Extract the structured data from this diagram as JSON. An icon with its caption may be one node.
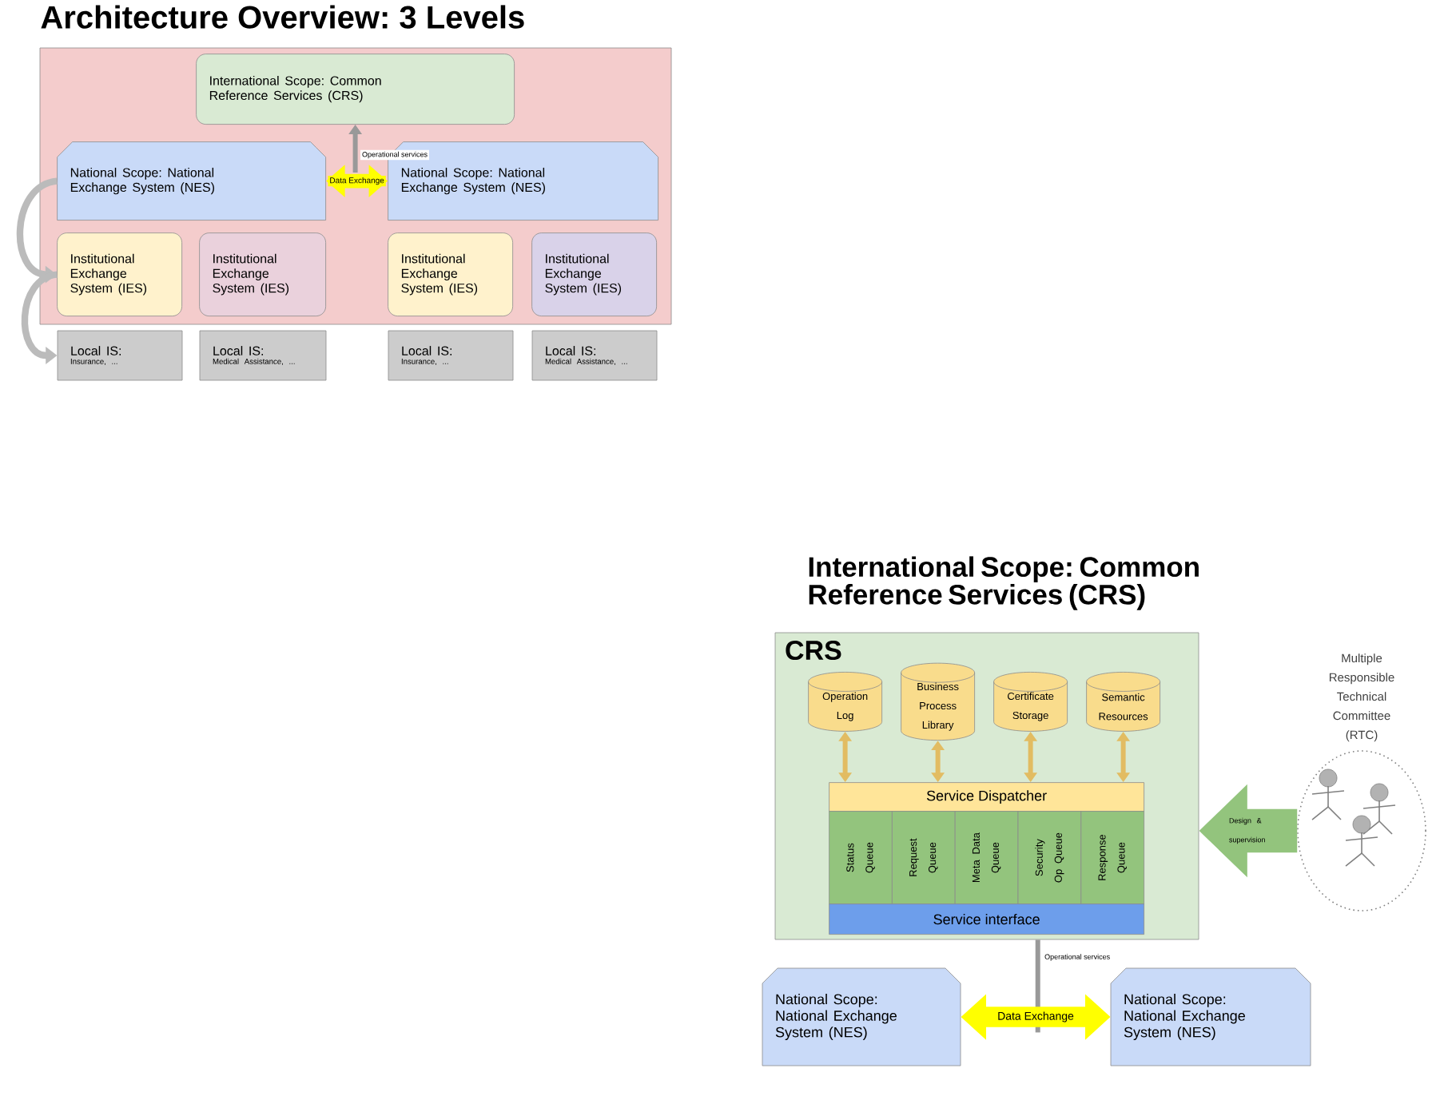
{
  "diagram": {
    "title": "Architecture Overview: 3 Levels",
    "nodes": [
      {
        "text": [],
        "shape": "box"
      },
      {
        "text": [
          "International Scope: Common Reference Services (CRS)"
        ],
        "in": 0
      },
      {
        "text": [
          "National Scope: National Exchange System (NES)"
        ],
        "in": 0
      },
      {
        "text": [
          "National Scope: National Exchange System (NES)"
        ],
        "in": 0
      },
      {
        "text": [
          "Institutional Exchange System (IES)"
        ],
        "in": 0
      },
      {
        "text": [
          "Institutional Exchange System (IES)"
        ],
        "in": 0
      },
      {
        "text": [
          "Institutional Exchange System (IES)"
        ],
        "in": 0
      },
      {
        "text": [
          "Institutional Exchange System (IES)"
        ],
        "in": 0
      },
      {
        "text": [
          "Local IS:",
          "Insurance, ..."
        ]
      },
      {
        "text": [
          "Local IS:",
          "Medical Assistance, ..."
        ]
      },
      {
        "text": [
          "Local IS:",
          "Insurance, ..."
        ]
      },
      {
        "text": [
          "Local IS:",
          "Medical Assistance, ..."
        ]
      },
      {
        "text": [
          "CRS"
        ]
      },
      {
        "text": [
          "Operation Log"
        ],
        "in": 12
      },
      {
        "text": [
          "Business Process Library"
        ],
        "in": 12
      },
      {
        "text": [
          "Certificate Storage"
        ],
        "in": 12
      },
      {
        "text": [
          "Semantic Resources"
        ],
        "in": 12
      },
      {
        "text": [
          "Service Dispatcher"
        ],
        "in": 12
      },
      {
        "text": [
          "Status Queue"
        ],
        "in": 12
      },
      {
        "text": [
          "Request Queue"
        ],
        "in": 12
      },
      {
        "text": [
          "Meta Data Queue"
        ],
        "in": 12
      },
      {
        "text": [
          "Security Op Queue"
        ],
        "in": 12
      },
      {
        "text": [
          "Response Queue"
        ],
        "in": 12
      },
      {
        "text": [
          "Service interface"
        ],
        "in": 12
      },
      {
        "text": [
          "Multiple Responsible Technical Committee (RTC)"
        ]
      },
      {
        "text": [
          "National Scope: National Exchange System (NES)"
        ]
      },
      {
        "text": [
          "National Scope: National Exchange System (NES)"
        ]
      }
    ],
    "edges": [
      {
        "from": null,
        "to": 1,
        "arrow": "to",
        "label": "Operational services",
        "color": "#999999"
      },
      {
        "from": 2,
        "to": 3,
        "arrow": "both",
        "label": "Data Exchange",
        "style": "thick",
        "color": "#ffff00"
      },
      {
        "from": 2,
        "to": 4,
        "arrow": "to",
        "color": "#bbbbbb"
      },
      {
        "from": 4,
        "to": 8,
        "arrow": "to",
        "color": "#bbbbbb"
      },
      {
        "from": 13,
        "to": 17,
        "arrow": "both"
      },
      {
        "from": 14,
        "to": 17,
        "arrow": "both"
      },
      {
        "from": 15,
        "to": 17,
        "arrow": "both"
      },
      {
        "from": 16,
        "to": 17,
        "arrow": "both"
      },
      {
        "from": 24,
        "to": 12,
        "arrow": "to",
        "label": "Design & supervision",
        "style": "thick",
        "color": "#93c47d"
      },
      {
        "from": 12,
        "to": null,
        "arrow": "none",
        "label": "Operational services",
        "color": "#999999"
      },
      {
        "from": 25,
        "to": 26,
        "arrow": "both",
        "label": "Data Exchange",
        "style": "thick",
        "color": "#ffff00"
      }
    ],
    "labels": [
      "International Scope: Common Reference Services (CRS)"
    ]
  }
}
